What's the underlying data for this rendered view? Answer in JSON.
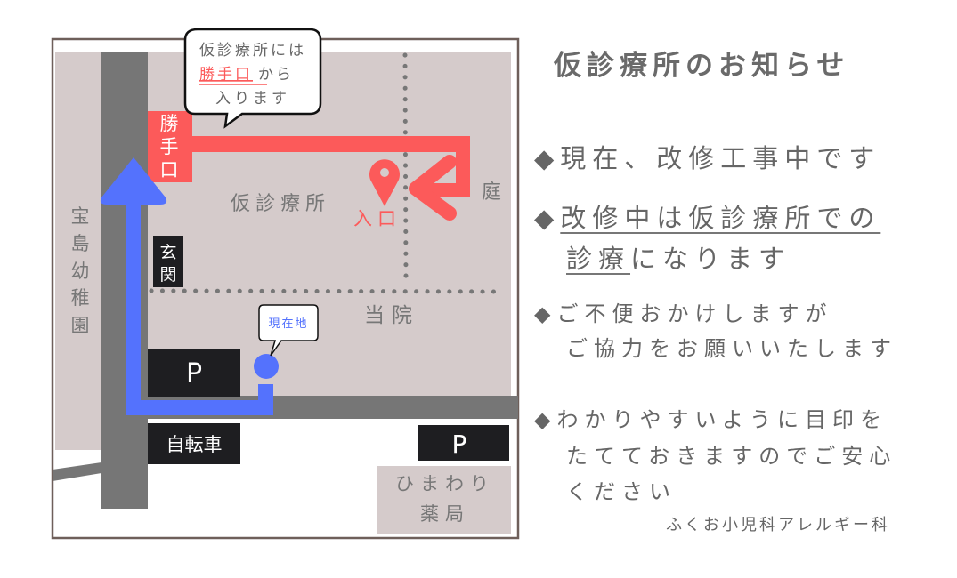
{
  "map": {
    "callout": {
      "line1": "仮診療所には",
      "line2_highlight": "勝手口",
      "line2_rest": "から",
      "line3": "入ります"
    },
    "side_entrance_label": [
      "勝",
      "手",
      "口"
    ],
    "kindergarten_label": [
      "宝",
      "島",
      "幼",
      "稚",
      "園"
    ],
    "front_door_label": [
      "玄",
      "関"
    ],
    "temporary_clinic_label": "仮診療所",
    "entrance_label": "入口",
    "garden_label": "庭",
    "our_clinic_label": "当院",
    "current_location_label": "現在地",
    "parking_label": "P",
    "bicycle_label": "自転車",
    "pharmacy_label": [
      "ひまわり",
      "薬局"
    ],
    "colors": {
      "red": "#fc5a5a",
      "blue": "#5472fd",
      "road": "#767676",
      "area": "#d5cbcb",
      "dark": "#1e1e21"
    }
  },
  "notice": {
    "title": "仮診療所のお知らせ",
    "item1": "◆現在、改修工事中です",
    "item2_bullet": "◆",
    "item2_line1": "改修中は仮診療所での",
    "item2_line2_ul": "診療",
    "item2_line2_rest": "になります",
    "item3_line1": "◆ご不便おかけしますが",
    "item3_line2": "ご協力をお願いいたします",
    "item4_line1": "◆わかりやすいように目印を",
    "item4_line2": "たてておきますのでご安心",
    "item4_line3": "ください",
    "footer": "ふくお小児科アレルギー科"
  }
}
